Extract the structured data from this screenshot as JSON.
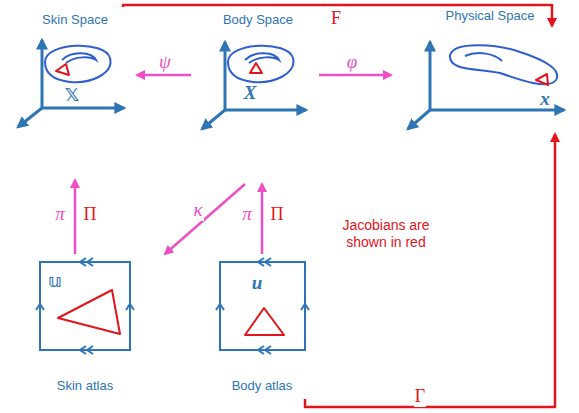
{
  "diagram": {
    "nodes": [
      {
        "text": [
          "Skin Space",
          "𝕏"
        ]
      },
      {
        "text": [
          "Body Space",
          "X"
        ]
      },
      {
        "text": [
          "Physical Space",
          "x"
        ]
      },
      {
        "text": [
          "𝕦",
          "Skin atlas"
        ]
      },
      {
        "text": [
          "u",
          "Body atlas"
        ]
      }
    ],
    "edges": [
      {
        "from": 1,
        "to": 0,
        "arrow": "to",
        "label": "ψ"
      },
      {
        "from": 1,
        "to": 2,
        "arrow": "to",
        "label": "φ"
      },
      {
        "from": 1,
        "to": 3,
        "arrow": "to",
        "label": "κ"
      },
      {
        "from": 3,
        "to": 0,
        "arrow": "to",
        "label": "π"
      },
      {
        "from": 4,
        "to": 1,
        "arrow": "to",
        "label": "π"
      },
      {
        "from": 0,
        "to": 2,
        "arrow": "to",
        "label": "F"
      },
      {
        "from": 4,
        "to": 2,
        "arrow": "to",
        "label": "Γ"
      }
    ],
    "labels": [
      "Π",
      "Π",
      "Jacobians are shown in red"
    ]
  }
}
